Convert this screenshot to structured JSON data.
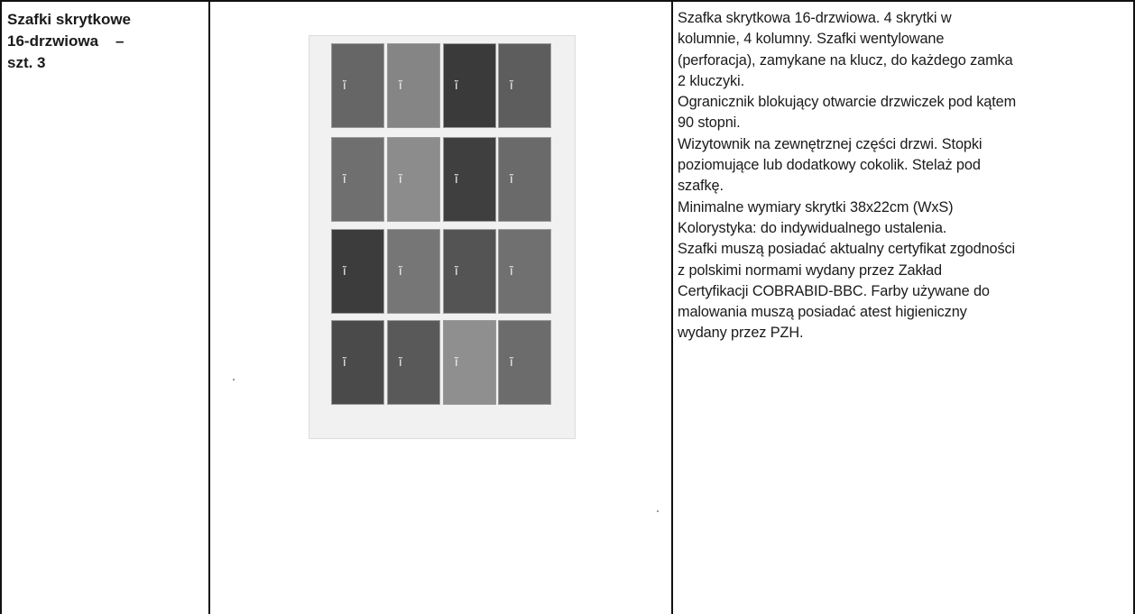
{
  "row": {
    "name_lines": [
      "Szafki skrytkowe",
      "16-drzwiowa    –",
      "szt. 3"
    ],
    "description_lines": [
      "Szafka skrytkowa 16-drzwiowa. 4 skrytki w",
      "kolumnie, 4 kolumny. Szafki wentylowane",
      "(perforacja), zamykane na klucz, do każdego zamka",
      "2 kluczyki.",
      "Ogranicznik blokujący otwarcie drzwiczek pod kątem",
      "90 stopni.",
      "Wizytownik na zewnętrznej części drzwi. Stopki",
      "poziomujące lub dodatkowy cokolik. Stelaż pod",
      "szafkę.",
      "Minimalne wymiary skrytki 38x22cm (WxS)",
      "Kolorystyka: do indywidualnego ustalenia.",
      "Szafki muszą posiadać aktualny certyfikat zgodności",
      "z polskimi normami wydany przez Zakład",
      "Certyfikacji COBRABID-BBC. Farby używane do",
      "malowania muszą posiadać atest higieniczny",
      "wydany przez PZH."
    ]
  },
  "locker_image": {
    "columns": 4,
    "rows": 4,
    "door_shades": [
      [
        "#666666",
        "#858585",
        "#3a3a3a",
        "#5d5d5d"
      ],
      [
        "#6f6f6f",
        "#8c8c8c",
        "#3f3f3f",
        "#6a6a6a"
      ],
      [
        "#3c3c3c",
        "#767676",
        "#545454",
        "#707070"
      ],
      [
        "#4a4a4a",
        "#595959",
        "#8f8f8f",
        "#6c6c6c"
      ]
    ],
    "handle_glyph": "ĩ"
  }
}
